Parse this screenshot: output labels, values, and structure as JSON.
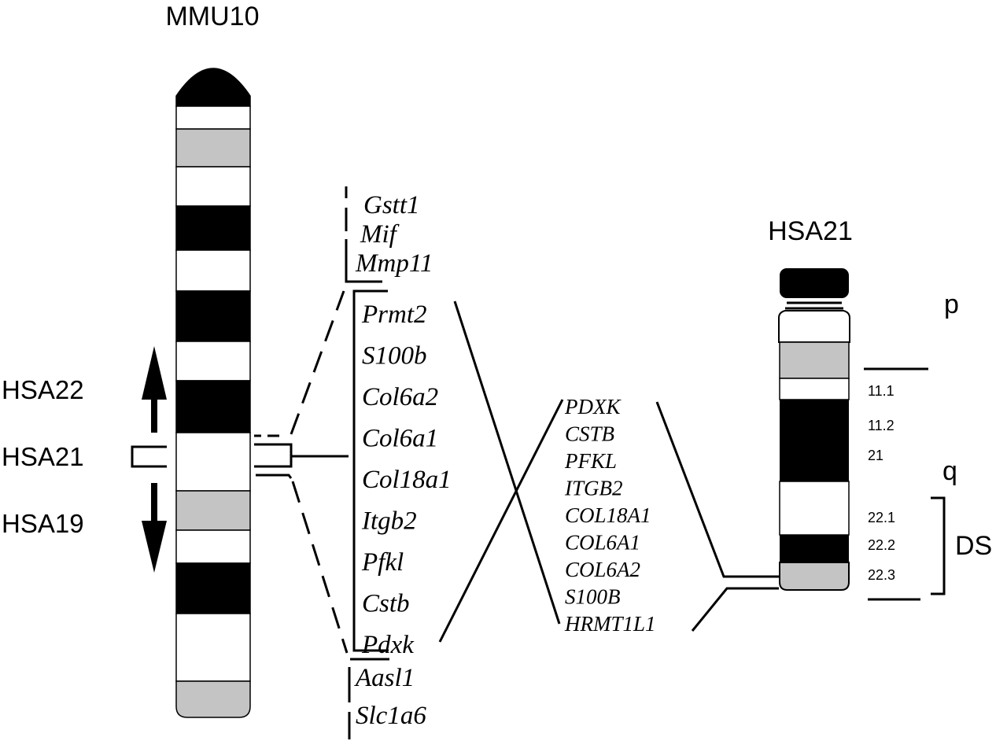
{
  "mouse_chromosome": {
    "title": "MMU10",
    "bands": [
      {
        "type": "black-cap"
      },
      {
        "type": "white"
      },
      {
        "type": "gray"
      },
      {
        "type": "white"
      },
      {
        "type": "black"
      },
      {
        "type": "white"
      },
      {
        "type": "black"
      },
      {
        "type": "white"
      },
      {
        "type": "black"
      },
      {
        "type": "white"
      },
      {
        "type": "gray"
      },
      {
        "type": "white"
      },
      {
        "type": "black"
      },
      {
        "type": "white"
      },
      {
        "type": "gray-cap"
      }
    ]
  },
  "synteny_labels": {
    "upper": "HSA22",
    "middle": "HSA21",
    "lower": "HSA19"
  },
  "mouse_genes": {
    "upper_flank": [
      "Gstt1",
      "Mif",
      "Mmp11"
    ],
    "region": [
      "Prmt2",
      "S100b",
      "Col6a2",
      "Col6a1",
      "Col18a1",
      "Itgb2",
      "Pfkl",
      "Cstb",
      "Pdxk"
    ],
    "lower_flank": [
      "Aasl1",
      "Slc1a6"
    ]
  },
  "human_genes": [
    "PDXK",
    "CSTB",
    "PFKL",
    "ITGB2",
    "COL18A1",
    "COL6A1",
    "COL6A2",
    "S100B",
    "HRMT1L1"
  ],
  "human_chromosome": {
    "title": "HSA21",
    "arm_labels": {
      "p": "p",
      "q": "q"
    },
    "band_labels": [
      "11.1",
      "11.2",
      "21",
      "22.1",
      "22.2",
      "22.3"
    ],
    "region_label": "DS"
  },
  "colors": {
    "black": "#000000",
    "gray": "#c4c4c4",
    "white": "#ffffff"
  }
}
